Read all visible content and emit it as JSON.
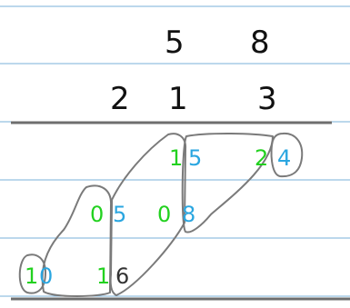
{
  "colors": {
    "rule_line": "#7ab0da",
    "ink": "#111111",
    "green": "#22d11f",
    "blue": "#2aa6e0",
    "outline": "#7a7a7a",
    "paper": "#ffffff"
  },
  "multiplicand": [
    "5",
    "8"
  ],
  "multiplier": [
    "2",
    "1",
    "3"
  ],
  "partial_digits": {
    "r1_green_1": "1",
    "r1_blue_5": "5",
    "r1_green_2": "2",
    "r1_blue_4": "4",
    "r2_green_0a": "0",
    "r2_blue_5": "5",
    "r2_green_0b": "0",
    "r2_blue_8": "8",
    "r3_green_1a": "1",
    "r3_blue_0": "0",
    "r3_green_1b": "1",
    "r3_ink_6": "6"
  }
}
